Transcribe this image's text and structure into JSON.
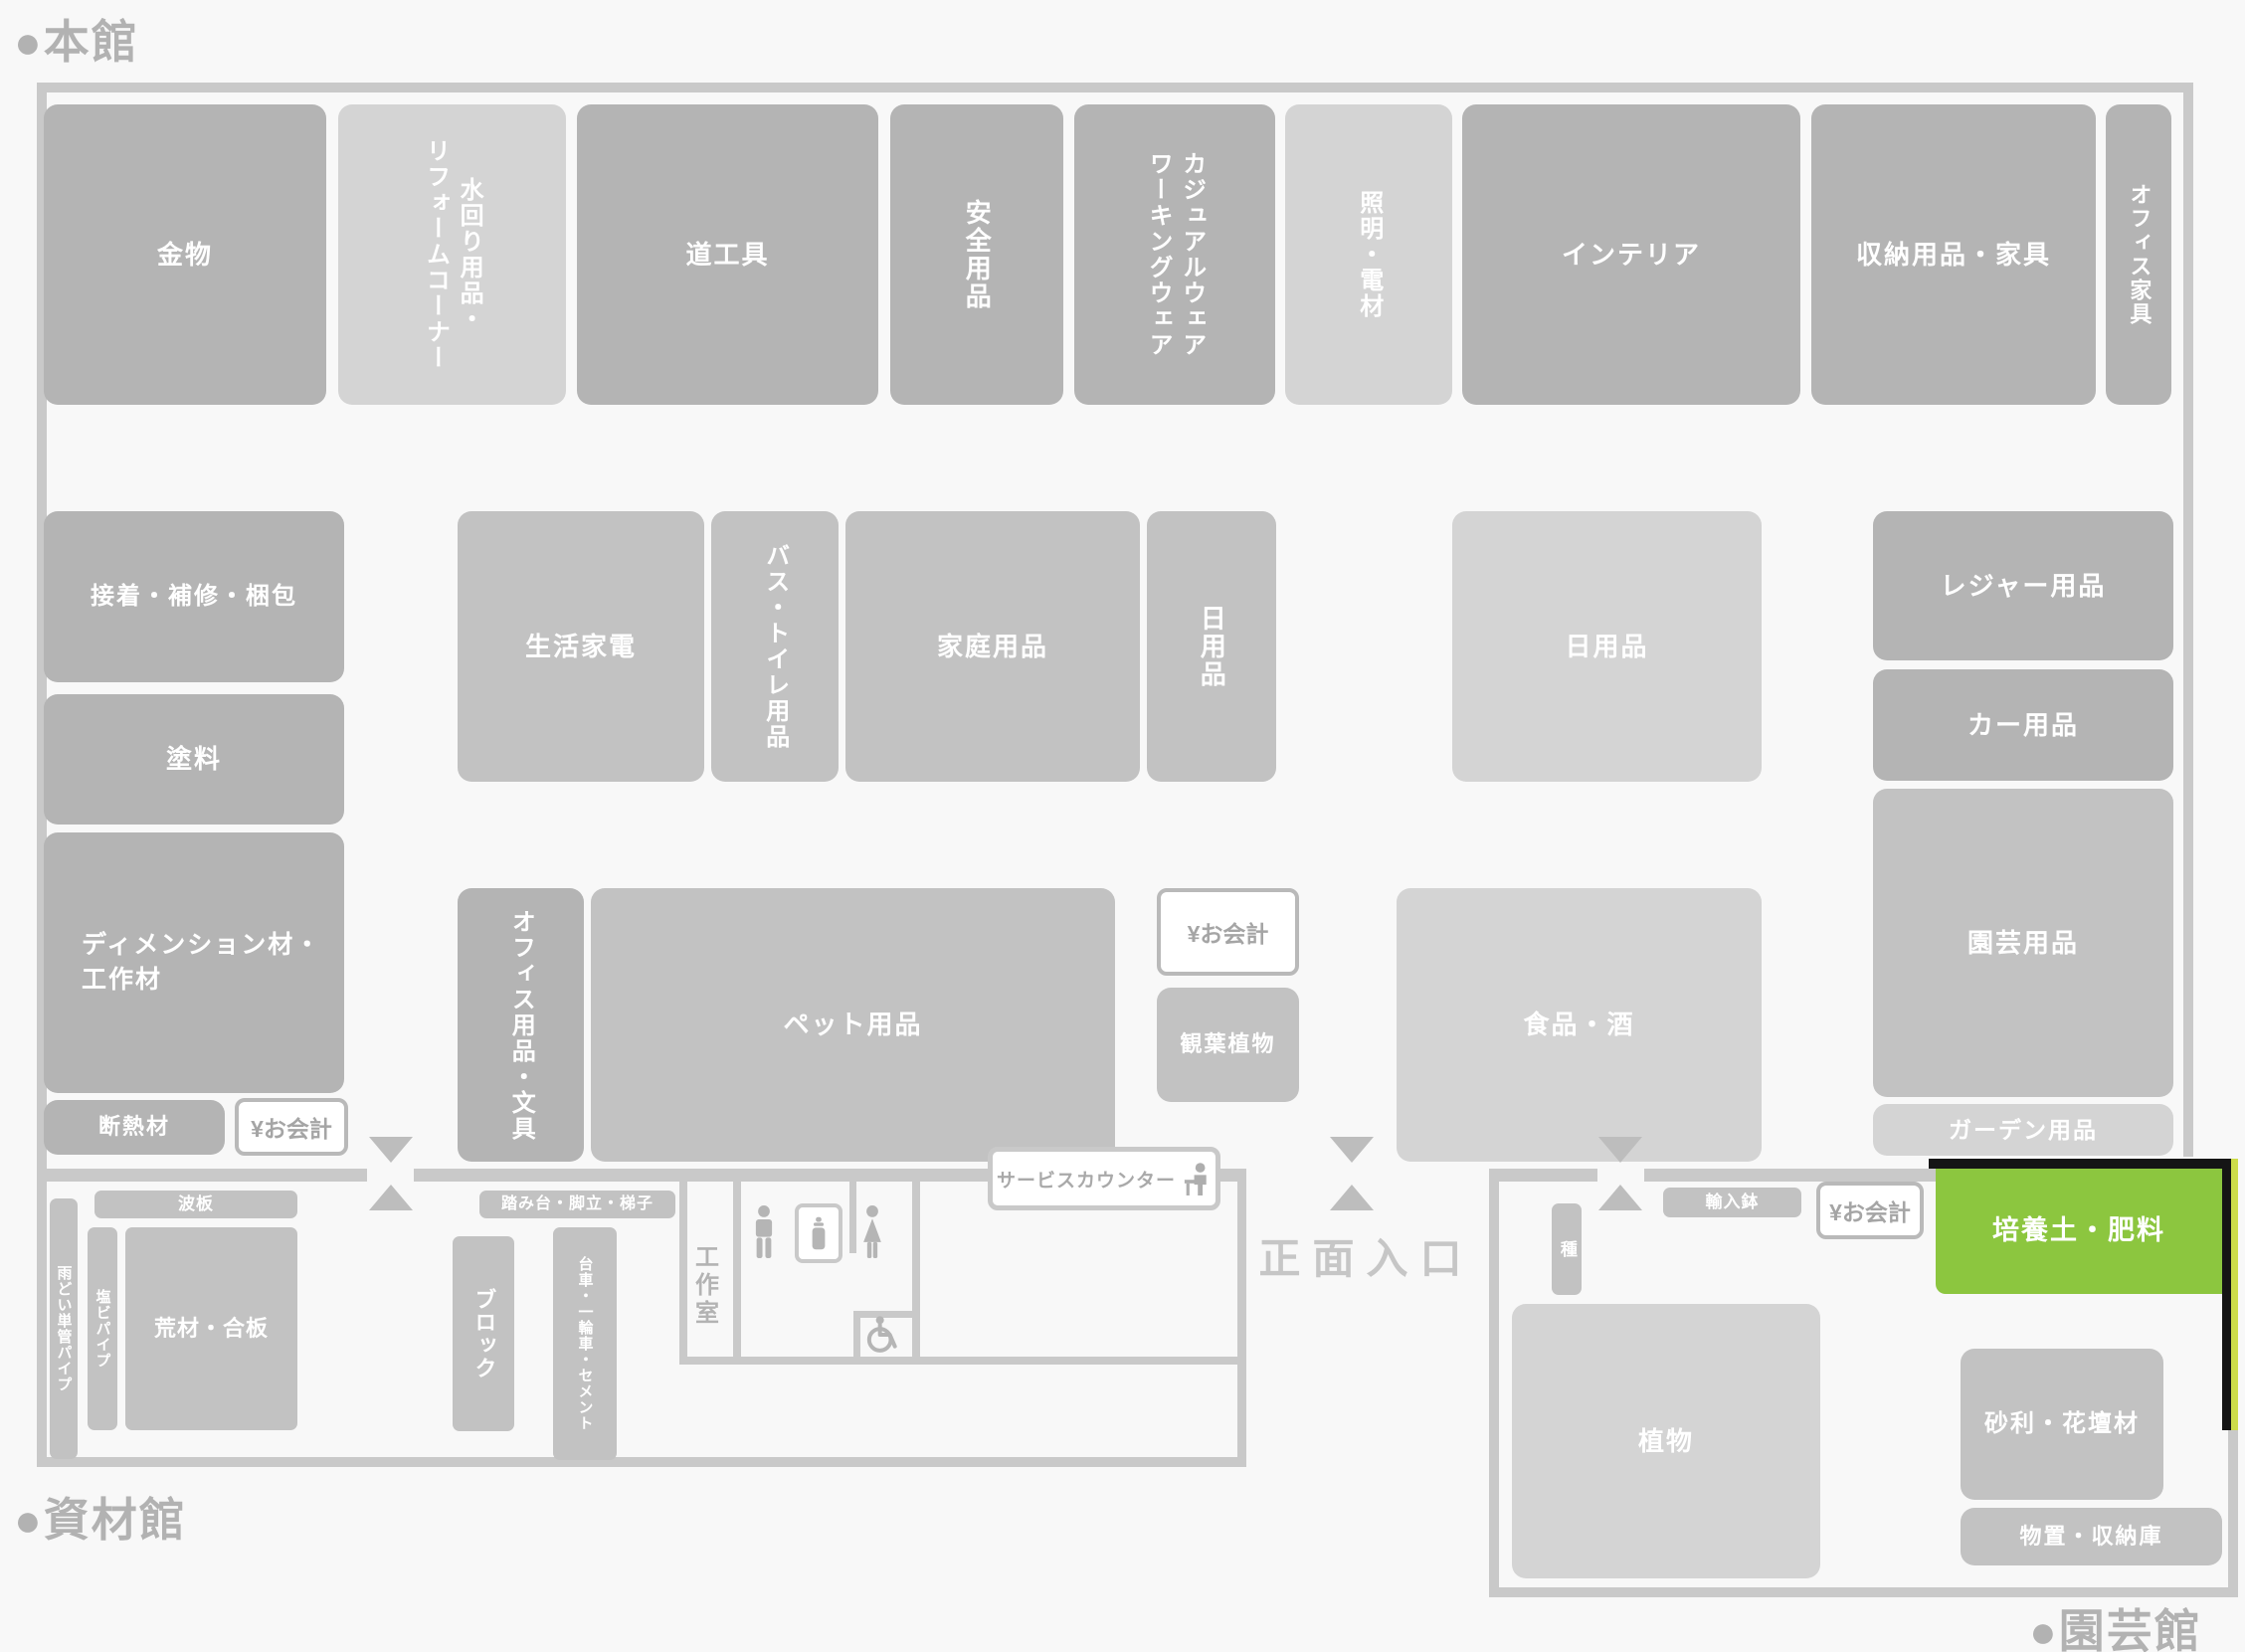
{
  "halls": {
    "main": "●本館",
    "materials": "●資材館",
    "garden": "●園芸館"
  },
  "entrance_label": "正面入口",
  "service_counter_label": "サービスカウンター",
  "workshop_label": "工作室",
  "checkout_label": "¥お会計",
  "departments": {
    "hardware": "金物",
    "plumbing_reform": "水回り用品・\nリフォームコーナー",
    "tools": "道工具",
    "safety": "安全用品",
    "casual_workwear": "カジュアルウェア\nワーキングウェア",
    "lighting_electrical": "照明・電材",
    "interior": "インテリア",
    "storage_furniture": "収納用品・家具",
    "office_furniture": "オフィス家具",
    "adhesive_repair_packing": "接着・補修・梱包",
    "paint": "塗料",
    "dimension_lumber": "ディメンション材・\n工作材",
    "insulation": "断熱材",
    "appliances": "生活家電",
    "bath_toilet": "バス・トイレ用品",
    "household": "家庭用品",
    "daily_goods_a": "日用品",
    "daily_goods_b": "日用品",
    "leisure": "レジャー用品",
    "car": "カー用品",
    "gardening": "園芸用品",
    "garden_goods": "ガーデン用品",
    "office_stationery": "オフィス用品・文具",
    "pet": "ペット用品",
    "houseplants": "観葉植物",
    "food_liquor": "食品・酒",
    "corrugated": "波板",
    "gutter_pipe": "雨どい単管パイプ",
    "pvc_pipe": "塩ビパイプ",
    "rough_lumber": "荒材・合板",
    "stepladder": "踏み台・脚立・梯子",
    "block": "ブロック",
    "cart_cement": "台車・一輪車・セメント",
    "seeds": "種",
    "imported_pots": "輸入鉢",
    "potting_soil_fertilizer": "培養土・肥料",
    "plants": "植物",
    "gravel_flowerbed": "砂利・花壇材",
    "shed_storage": "物置・収納庫"
  },
  "colors": {
    "highlight": "#8CC63F",
    "highlight_border": "#151515",
    "highlight_accent": "#cddc4a"
  },
  "icons": {
    "service_counter": "person-at-counter",
    "mens_restroom": "man-figure",
    "womens_restroom": "woman-figure",
    "nursing_room": "baby-bottle",
    "accessible_restroom": "wheelchair",
    "passage_markers": "triangle-arrows"
  }
}
